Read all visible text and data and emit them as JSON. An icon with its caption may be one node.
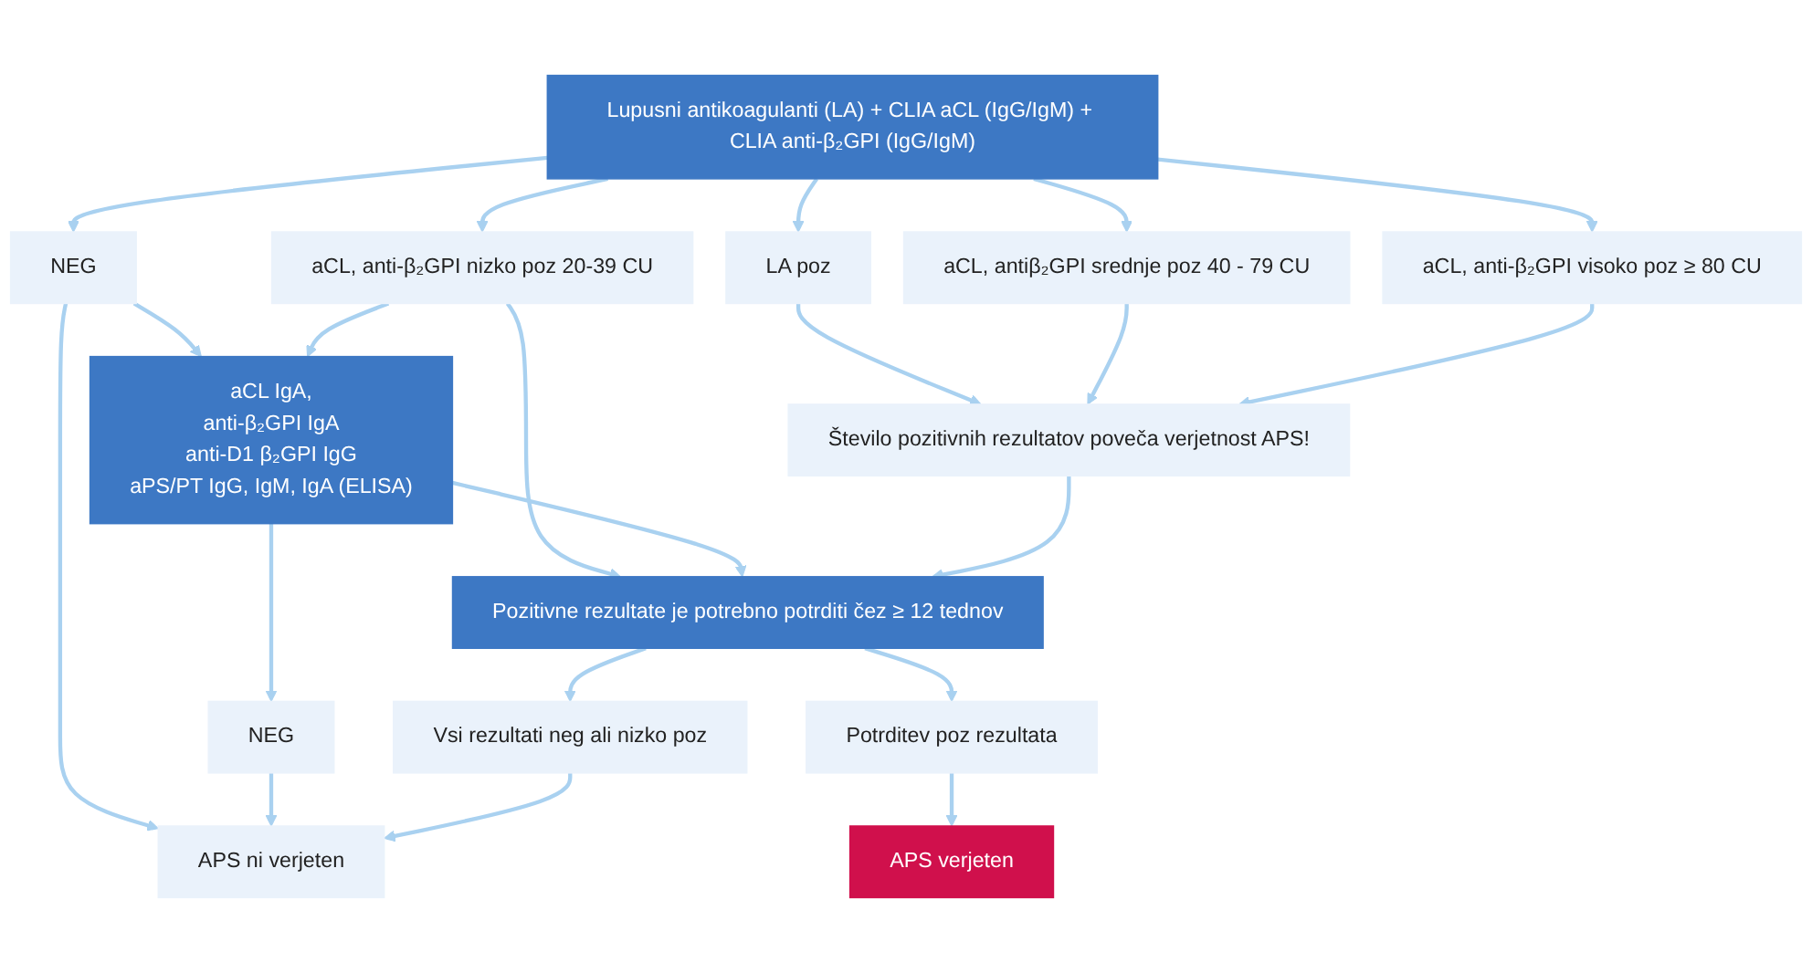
{
  "diagram": {
    "nodes": [
      {
        "text": [
          "Lupusni antikoagulanti (LA) + CLIA aCL (IgG/IgM) + CLIA anti-β₂GPI (IgG/IgM)"
        ]
      },
      {
        "text": [
          "NEG"
        ]
      },
      {
        "text": [
          "aCL, anti-β₂GPI nizko poz 20-39 CU"
        ]
      },
      {
        "text": [
          "LA poz"
        ]
      },
      {
        "text": [
          "aCL, antiβ₂GPI srednje poz 40 - 79 CU"
        ]
      },
      {
        "text": [
          "aCL, anti-β₂GPI visoko poz ≥ 80 CU"
        ]
      },
      {
        "text": [
          "aCL IgA,",
          "anti-β₂GPI IgA",
          "anti-D1 β₂GPI IgG",
          "aPS/PT IgG, IgM, IgA (ELISA)"
        ]
      },
      {
        "text": [
          "Število pozitivnih rezultatov poveča verjetnost APS!"
        ]
      },
      {
        "text": [
          "NEG"
        ]
      },
      {
        "text": [
          "Pozitivne rezultate je potrebno potrditi čez ≥ 12 tednov"
        ]
      },
      {
        "text": [
          "Vsi rezultati neg ali nizko poz"
        ]
      },
      {
        "text": [
          "Potrditev poz rezultata"
        ]
      },
      {
        "text": [
          "APS ni verjeten"
        ]
      },
      {
        "text": [
          "APS verjeten"
        ]
      }
    ],
    "edges": [
      {
        "from": 0,
        "to": 1,
        "arrow": "to"
      },
      {
        "from": 0,
        "to": 2,
        "arrow": "to"
      },
      {
        "from": 0,
        "to": 3,
        "arrow": "to"
      },
      {
        "from": 0,
        "to": 4,
        "arrow": "to"
      },
      {
        "from": 0,
        "to": 5,
        "arrow": "to"
      },
      {
        "from": 1,
        "to": 6,
        "arrow": "to"
      },
      {
        "from": 1,
        "to": 12,
        "arrow": "to"
      },
      {
        "from": 2,
        "to": 6,
        "arrow": "to"
      },
      {
        "from": 2,
        "to": 9,
        "arrow": "to"
      },
      {
        "from": 3,
        "to": 7,
        "arrow": "to"
      },
      {
        "from": 4,
        "to": 7,
        "arrow": "to"
      },
      {
        "from": 5,
        "to": 7,
        "arrow": "to"
      },
      {
        "from": 6,
        "to": 8,
        "arrow": "to"
      },
      {
        "from": 6,
        "to": 9,
        "arrow": "to"
      },
      {
        "from": 7,
        "to": 9,
        "arrow": "to"
      },
      {
        "from": 8,
        "to": 12,
        "arrow": "to"
      },
      {
        "from": 9,
        "to": 10,
        "arrow": "to"
      },
      {
        "from": 9,
        "to": 11,
        "arrow": "to"
      },
      {
        "from": 10,
        "to": 12,
        "arrow": "to"
      },
      {
        "from": 11,
        "to": 13,
        "arrow": "to"
      }
    ]
  }
}
